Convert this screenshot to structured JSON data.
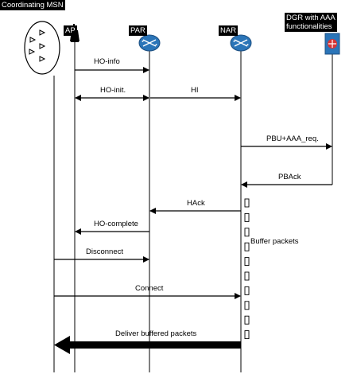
{
  "entities": {
    "msn": "Coordinating MSN",
    "ap": "AP",
    "par": "PAR",
    "nar": "NAR",
    "dgr_line1": "DGR with AAA",
    "dgr_line2": "functionalities"
  },
  "messages": {
    "ho_info": "HO-info",
    "ho_init": "HO-init.",
    "hi": "HI",
    "pbu": "PBU+AAA_req.",
    "pback": "PBAck",
    "hack": "HAck",
    "ho_complete": "HO-complete",
    "disconnect": "Disconnect",
    "connect": "Connect",
    "deliver": "Deliver buffered packets"
  },
  "notes": {
    "buffer": "Buffer packets"
  },
  "buffer_box_count": 10
}
